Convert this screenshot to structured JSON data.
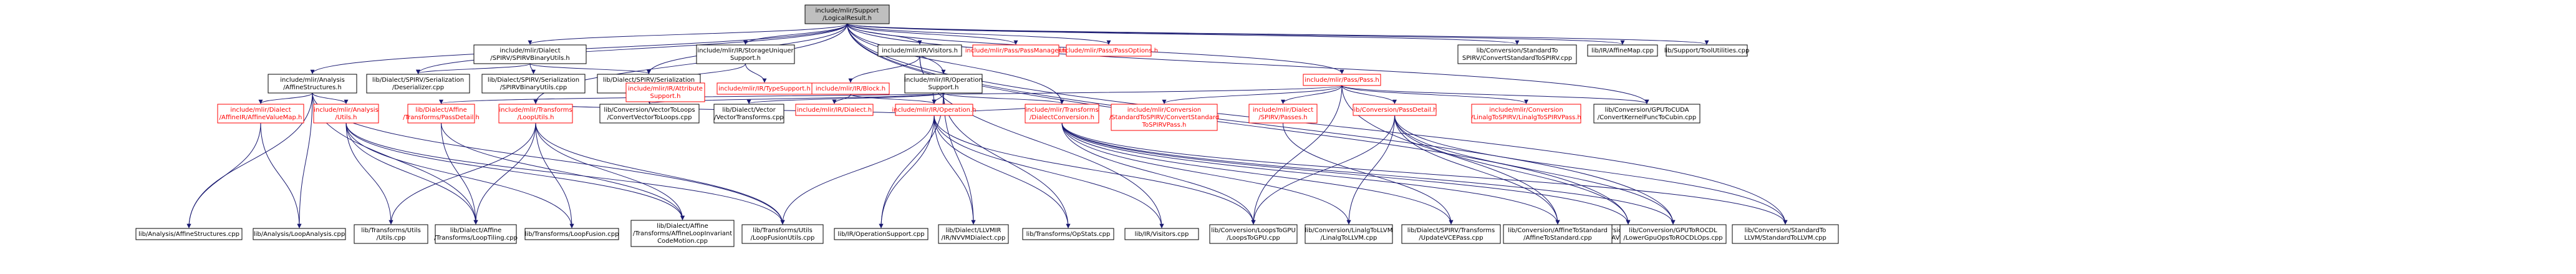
{
  "graph": {
    "edge_color": "#191970",
    "root_fill": "#bfbfbf",
    "highlight_color": "#ff0000",
    "nodes": [
      {
        "id": "root",
        "label": [
          "include/mlir/Support",
          "/LogicalResult.h"
        ],
        "style": "root"
      },
      {
        "id": "storage_uniquer",
        "label": [
          "include/mlir/IR/StorageUniquer",
          "Support.h"
        ]
      },
      {
        "id": "spirv_binary_utils",
        "label": [
          "include/mlir/Dialect",
          "/SPIRV/SPIRVBinaryUtils.h"
        ]
      },
      {
        "id": "visitors",
        "label": [
          "include/mlir/IR/Visitors.h"
        ]
      },
      {
        "id": "pass_manager",
        "label": [
          "include/mlir/Pass/PassManager.h"
        ],
        "style": "red"
      },
      {
        "id": "pass_options",
        "label": [
          "include/mlir/Pass/PassOptions.h"
        ],
        "style": "red"
      },
      {
        "id": "convert_std_spirv",
        "label": [
          "lib/Conversion/StandardTo",
          "SPIRV/ConvertStandardToSPIRV.cpp"
        ]
      },
      {
        "id": "affine_map_cpp",
        "label": [
          "lib/IR/AffineMap.cpp"
        ]
      },
      {
        "id": "tool_utilities",
        "label": [
          "lib/Support/ToolUtilities.cpp"
        ]
      },
      {
        "id": "analysis_affine_structures",
        "label": [
          "include/mlir/Analysis",
          "/AffineStructures.h"
        ]
      },
      {
        "id": "spirv_deserializer",
        "label": [
          "lib/Dialect/SPIRV/Serialization",
          "/Deserializer.cpp"
        ]
      },
      {
        "id": "spirv_binary_utils_cpp",
        "label": [
          "lib/Dialect/SPIRV/Serialization",
          "/SPIRVBinaryUtils.cpp"
        ]
      },
      {
        "id": "spirv_serializer",
        "label": [
          "lib/Dialect/SPIRV/Serialization",
          "/Serializer.cpp"
        ]
      },
      {
        "id": "attribute_support",
        "label": [
          "include/mlir/IR/Attribute",
          "Support.h"
        ],
        "style": "red"
      },
      {
        "id": "type_support",
        "label": [
          "include/mlir/IR/TypeSupport.h"
        ],
        "style": "red"
      },
      {
        "id": "ir_block",
        "label": [
          "include/mlir/IR/Block.h"
        ],
        "style": "red"
      },
      {
        "id": "operation_support",
        "label": [
          "include/mlir/IR/Operation",
          "Support.h"
        ]
      },
      {
        "id": "pass_h",
        "label": [
          "include/mlir/Pass/Pass.h"
        ],
        "style": "red"
      },
      {
        "id": "convert_std_spirv_pass",
        "label": [
          "include/mlir/Conversion",
          "/StandardToSPIRV/ConvertStandard",
          "ToSPIRVPass.h"
        ],
        "style": "red"
      },
      {
        "id": "dialect_spirv_passes",
        "label": [
          "include/mlir/Dialect",
          "/SPIRV/Passes.h"
        ],
        "style": "red"
      },
      {
        "id": "pass_detail",
        "label": [
          "lib/Conversion/PassDetail.h"
        ],
        "style": "red"
      },
      {
        "id": "linalg_to_spirv_pass",
        "label": [
          "include/mlir/Conversion",
          "/LinalgToSPIRV/LinalgToSPIRVPass.h"
        ],
        "style": "red"
      },
      {
        "id": "gpu_to_cuda",
        "label": [
          "lib/Conversion/GPUToCUDA",
          "/ConvertKernelFuncToCubin.cpp"
        ]
      },
      {
        "id": "affine_value_map",
        "label": [
          "include/mlir/Dialect",
          "/AffineIR/AffineValueMap.h"
        ],
        "style": "red"
      },
      {
        "id": "analysis_utils",
        "label": [
          "include/mlir/Analysis",
          "/Utils.h"
        ],
        "style": "red"
      },
      {
        "id": "affine_pass_detail",
        "label": [
          "lib/Dialect/Affine",
          "/Transforms/PassDetail.h"
        ],
        "style": "red"
      },
      {
        "id": "transforms_loop_utils",
        "label": [
          "include/mlir/Transforms",
          "/LoopUtils.h"
        ],
        "style": "red"
      },
      {
        "id": "convert_vector_to_loops",
        "label": [
          "lib/Conversion/VectorToLoops",
          "/ConvertVectorToLoops.cpp"
        ]
      },
      {
        "id": "vector_transforms",
        "label": [
          "lib/Dialect/Vector",
          "/VectorTransforms.cpp"
        ]
      },
      {
        "id": "ir_dialect",
        "label": [
          "include/mlir/IR/Dialect.h"
        ],
        "style": "red"
      },
      {
        "id": "ir_operation",
        "label": [
          "include/mlir/IR/Operation.h"
        ],
        "style": "red"
      },
      {
        "id": "dialect_conversion",
        "label": [
          "include/mlir/Transforms",
          "/DialectConversion.h"
        ],
        "style": "red"
      },
      {
        "id": "convert_avx512",
        "label": [
          "lib/Conversion/AVX512ToLLVM",
          "/ConvertAVX512ToLLVM.cpp"
        ]
      },
      {
        "id": "analysis_affine_structures_cpp",
        "label": [
          "lib/Analysis/AffineStructures.cpp"
        ]
      },
      {
        "id": "analysis_loop_analysis",
        "label": [
          "lib/Analysis/LoopAnalysis.cpp"
        ]
      },
      {
        "id": "transforms_utils_utils",
        "label": [
          "lib/Transforms/Utils",
          "/Utils.cpp"
        ]
      },
      {
        "id": "affine_loop_tiling",
        "label": [
          "lib/Dialect/Affine",
          "/Transforms/LoopTiling.cpp"
        ]
      },
      {
        "id": "loop_fusion",
        "label": [
          "lib/Transforms/LoopFusion.cpp"
        ]
      },
      {
        "id": "affine_loop_invariant",
        "label": [
          "lib/Dialect/Affine",
          "/Transforms/AffineLoopInvariant",
          "CodeMotion.cpp"
        ]
      },
      {
        "id": "loop_fusion_utils",
        "label": [
          "lib/Transforms/Utils",
          "/LoopFusionUtils.cpp"
        ]
      },
      {
        "id": "operation_support_cpp",
        "label": [
          "lib/IR/OperationSupport.cpp"
        ]
      },
      {
        "id": "llvmir_nvvm",
        "label": [
          "lib/Dialect/LLVMIR",
          "/IR/NVVMDialect.cpp"
        ]
      },
      {
        "id": "op_stats",
        "label": [
          "lib/Transforms/OpStats.cpp"
        ]
      },
      {
        "id": "visitors_cpp",
        "label": [
          "lib/IR/Visitors.cpp"
        ]
      },
      {
        "id": "loops_to_gpu",
        "label": [
          "lib/Conversion/LoopsToGPU",
          "/LoopsToGPU.cpp"
        ]
      },
      {
        "id": "linalg_to_llvm",
        "label": [
          "lib/Conversion/LinalgToLLVM",
          "/LinalgToLLVM.cpp"
        ]
      },
      {
        "id": "spirv_update_vce",
        "label": [
          "lib/Dialect/SPIRV/Transforms",
          "/UpdateVCEPass.cpp"
        ]
      },
      {
        "id": "affine_to_standard",
        "label": [
          "lib/Conversion/AffineToStandard",
          "/AffineToStandard.cpp"
        ]
      },
      {
        "id": "gpu_to_rocdl",
        "label": [
          "lib/Conversion/GPUToROCDL",
          "/LowerGpuOpsToROCDLOps.cpp"
        ]
      },
      {
        "id": "standard_to_llvm",
        "label": [
          "lib/Conversion/StandardTo",
          "LLVM/StandardToLLVM.cpp"
        ]
      }
    ]
  }
}
